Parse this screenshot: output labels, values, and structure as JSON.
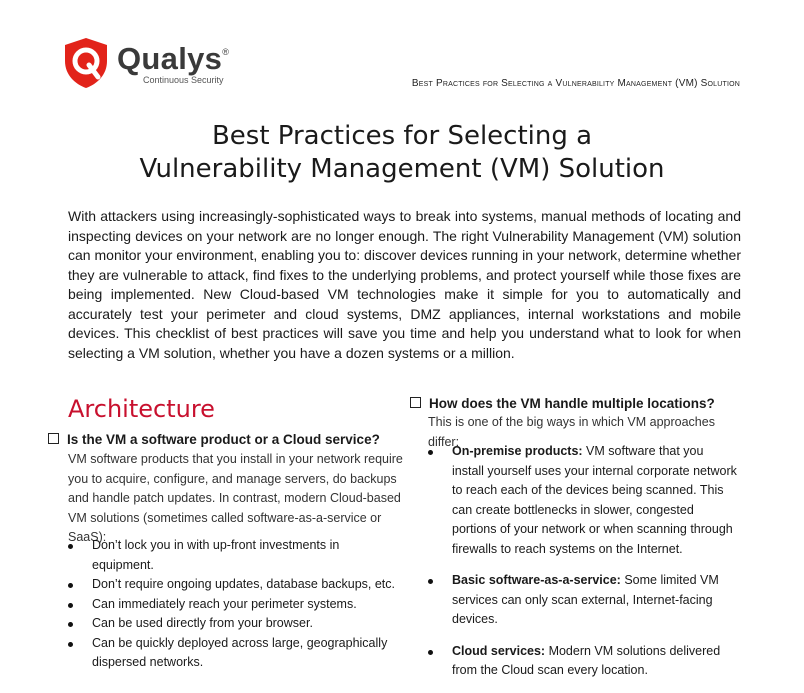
{
  "header": {
    "brand": "Qualys",
    "brand_mark": "®",
    "tagline": "Continuous Security",
    "running_title": "Best Practices for Selecting a Vulnerability Management (VM) Solution"
  },
  "title": {
    "line1": "Best Practices for Selecting a",
    "line2": "Vulnerability Management (VM) Solution"
  },
  "intro": "With attackers using increasingly-sophisticated ways to break into systems, manual methods of locating and inspecting devices on your network are no longer enough. The right Vulnerability Management (VM) solution can monitor your environment, enabling you to: discover devices running in your network, determine whether they are vulnerable to attack, find fixes to the underlying problems, and protect yourself while those fixes are being implemented. New Cloud-based VM technologies make it simple for you to automatically and accurately test your perimeter and cloud systems, DMZ appliances, internal workstations and mobile devices. This checklist of best practices will save you time and help you understand what to look for when selecting a VM solution, whether you have a dozen systems or a million.",
  "section": "Architecture",
  "left": {
    "question": "Is the VM a software product or a Cloud service?",
    "para": "VM software products that you install in your network require you to acquire, configure, and manage servers, do backups and handle patch updates. In contrast, modern Cloud-based VM solutions (sometimes called software-as-a-service or SaaS):",
    "bullets": [
      "Don’t lock you in with up-front investments in equipment.",
      "Don’t require ongoing updates, database backups, etc.",
      "Can immediately reach your perimeter systems.",
      "Can be used directly from your browser.",
      "Can be quickly deployed across large, geographically dispersed networks."
    ]
  },
  "right": {
    "question": "How does the VM handle multiple locations?",
    "para": "This is one of the big ways in which VM approaches differ:",
    "bullets": [
      {
        "lead": "On-premise products:",
        "text": " VM software that you install yourself uses your internal corporate network to reach each of the devices being scanned. This can create bottlenecks in slower, congested portions of your network or when scanning through firewalls to reach systems on the Internet."
      },
      {
        "lead": "Basic software-as-a-service:",
        "text": " Some limited VM services can only scan external, Internet-facing devices."
      },
      {
        "lead": "Cloud services:",
        "text": " Modern VM solutions delivered from the Cloud scan every location."
      }
    ]
  },
  "colors": {
    "brand_red": "#e2231a",
    "heading_red": "#c8102e"
  },
  "icons": [
    "qualys-shield-logo",
    "checkbox-icon",
    "bullet-icon"
  ]
}
